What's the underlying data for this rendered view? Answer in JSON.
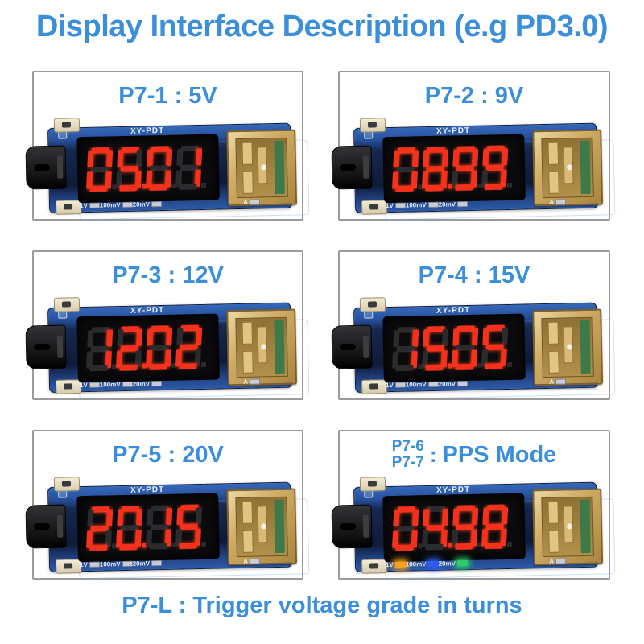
{
  "title": "Display Interface Description (e.g PD3.0)",
  "footer": "P7-L : Trigger voltage grade in turns",
  "device": {
    "brand": "XY-PDT",
    "silkscreen_labels": [
      "1V",
      "100mV",
      "20mV",
      "A"
    ]
  },
  "colors": {
    "accent_blue": "#3B8EDA",
    "segment_on": "#F5301C",
    "segment_off": "#2B2B2E",
    "display_black": "#0B0B0D",
    "pcb_blue": "#27509C",
    "usb_gold": "#CFAC66",
    "led_off": "#C9CCD4",
    "led_orange": "#F7A21B",
    "led_blue": "#2F5CF0",
    "led_green": "#2EC96A"
  },
  "panels": [
    {
      "label": "P7-1 : 5V",
      "reading": "05.01",
      "leds": [
        "off",
        "off",
        "off",
        "off"
      ]
    },
    {
      "label": "P7-2 : 9V",
      "reading": "08.99",
      "leds": [
        "off",
        "off",
        "off",
        "off"
      ]
    },
    {
      "label": "P7-3 : 12V",
      "reading": "12.02",
      "leds": [
        "off",
        "off",
        "off",
        "off"
      ]
    },
    {
      "label": "P7-4 : 15V",
      "reading": "15.05",
      "leds": [
        "off",
        "off",
        "off",
        "off"
      ]
    },
    {
      "label": "P7-5 : 20V",
      "reading": "20.15",
      "leds": [
        "off",
        "off",
        "off",
        "off"
      ]
    },
    {
      "label_stacked": {
        "top": "P7-6",
        "bottom": "P7-7",
        "separator": ":",
        "main": "PPS Mode"
      },
      "reading": "04.98",
      "leds": [
        "orange",
        "blue",
        "green",
        "off"
      ]
    }
  ]
}
